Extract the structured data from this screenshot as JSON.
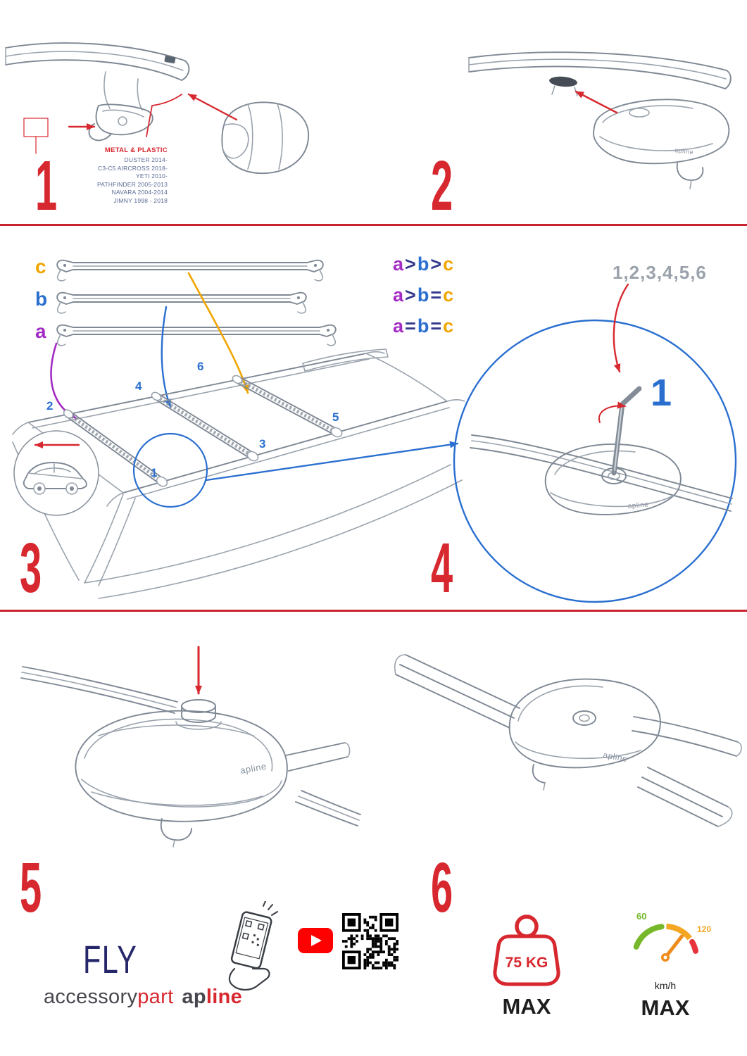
{
  "colors": {
    "red": "#d7282f",
    "blue": "#2a6fd0",
    "purple": "#a32cc4",
    "orange": "#f0a500",
    "navy": "#26266b",
    "green": "#76b82a",
    "amber": "#f5a623"
  },
  "steps": {
    "n1": "1",
    "n2": "2",
    "n3": "3",
    "n4": "4",
    "n5": "5",
    "n6": "6"
  },
  "step1": {
    "title": "METAL & PLASTIC",
    "models": [
      "DUSTER 2014-",
      "C3-C5 AIRCROSS 2018-",
      "YETI 2010-",
      "PATHFINDER 2005-2013",
      "NAVARA 2004-2014",
      "JIMNY 1998 - 2018"
    ]
  },
  "step2": {
    "logo": "apline"
  },
  "step3": {
    "bars": {
      "a": "a",
      "b": "b",
      "c": "c"
    },
    "legend": {
      "row1": {
        "a": "a",
        "op1": ">",
        "b": "b",
        "op2": ">",
        "c": "c"
      },
      "row2": {
        "a": "a",
        "op1": ">",
        "b": "b",
        "op2": "=",
        "c": "c"
      },
      "row3": {
        "a": "a",
        "op1": "=",
        "b": "b",
        "op2": "=",
        "c": "c"
      }
    },
    "positions": {
      "p1": "1",
      "p2": "2",
      "p3": "3",
      "p4": "4",
      "p5": "5",
      "p6": "6"
    }
  },
  "step4": {
    "sequence": "1,2,3,4,5,6",
    "first": "1",
    "logo": "apline"
  },
  "step5": {
    "logo": "apline"
  },
  "step6": {
    "logo": "apline"
  },
  "footer": {
    "model": "FLY",
    "brand_part1": "accessory",
    "brand_part2": "part",
    "logo_part1": "ap",
    "logo_part2": "line"
  },
  "limits": {
    "weight_value": "75 KG",
    "weight_max": "MAX",
    "speed_low": "60",
    "speed_high": "120",
    "speed_unit": "km/h",
    "speed_max": "MAX"
  },
  "icons": {
    "video": "youtube-icon",
    "qr": "qr-code",
    "scan": "scan-phone-hand-icon",
    "weight": "weight-max-icon",
    "speed": "speedometer-icon"
  }
}
